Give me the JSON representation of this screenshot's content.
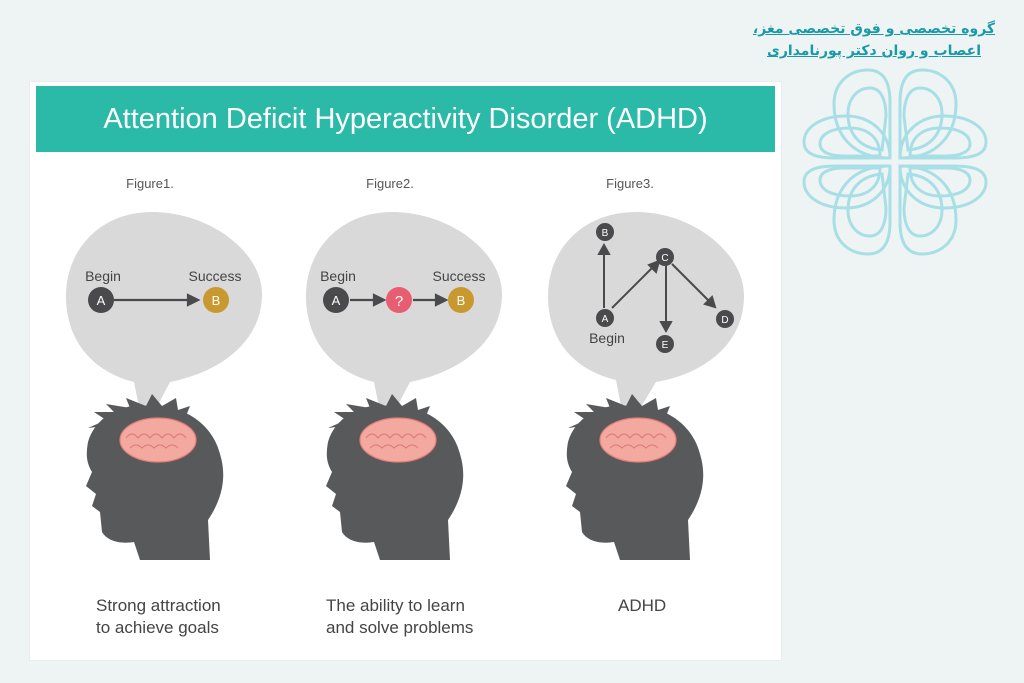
{
  "clinic": {
    "line1": "گروه تخصصی و فوق تخصصی مغز،",
    "line2": "اعصاب و روان دکتر پورنامداری",
    "color": "#1a9aa8"
  },
  "banner": {
    "title": "Attention Deficit Hyperactivity Disorder (ADHD)",
    "color": "#2bbaa8"
  },
  "figures": [
    {
      "label": "Figure1.",
      "begin": "Begin",
      "success": "Success",
      "node_a": "A",
      "node_b": "B",
      "caption_line1": "Strong attraction",
      "caption_line2": "to achieve goals"
    },
    {
      "label": "Figure2.",
      "begin": "Begin",
      "success": "Success",
      "node_a": "A",
      "node_q": "?",
      "node_b": "B",
      "caption_line1": "The ability to learn",
      "caption_line2": "and solve problems"
    },
    {
      "label": "Figure3.",
      "begin": "Begin",
      "node_a": "A",
      "node_b": "B",
      "node_c": "C",
      "node_d": "D",
      "node_e": "E",
      "caption_line1": "ADHD"
    }
  ],
  "colors": {
    "bubble": "#d9d9da",
    "head": "#58595b",
    "brain": "#f4a9a0",
    "node_dark": "#4a4a4c",
    "node_gold": "#c9982f",
    "node_red": "#e85d70"
  }
}
